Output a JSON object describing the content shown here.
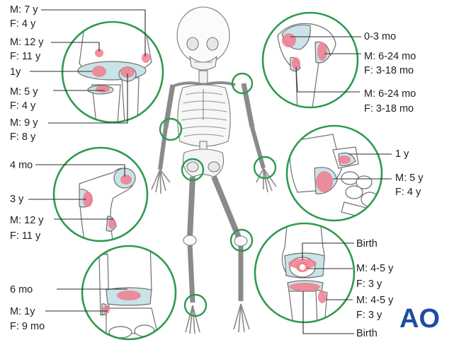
{
  "colors": {
    "ring": "#2e9a4e",
    "ossification_center": "#f07d8d",
    "cartilage": "#c9e4e8",
    "bone_fill": "#ffffff",
    "bone_line": "#6f6f6f",
    "leader_line": "#2b2b2b",
    "ao_logo": "#1d4ea0"
  },
  "logo": {
    "text": "AO"
  },
  "icons": [
    "skeleton-figure",
    "elbow-joint-inset",
    "shoulder-joint-inset",
    "hip-joint-inset",
    "wrist-joint-inset",
    "ankle-joint-inset",
    "knee-joint-inset",
    "ao-logo"
  ],
  "elbow": {
    "m1": "M: 7 y",
    "f1": "F: 4 y",
    "m2": "M: 12 y",
    "f2": "F: 11 y",
    "y1": "1y",
    "m3": "M: 5 y",
    "f3": "F: 4 y",
    "m4": "M: 9 y",
    "f4": "F: 8 y"
  },
  "shoulder": {
    "a": "0-3 mo",
    "m1": "M: 6-24 mo",
    "f1": "F: 3-18 mo",
    "m2": "M: 6-24 mo",
    "f2": "F: 3-18 mo"
  },
  "hip": {
    "a": "4 mo",
    "b": "3 y",
    "m": "M: 12 y",
    "f": "F: 11 y"
  },
  "wrist": {
    "a": "1 y",
    "m": "M: 5 y",
    "f": "F: 4 y"
  },
  "ankle": {
    "a": "6 mo",
    "m": "M: 1y",
    "f": "F: 9 mo"
  },
  "knee": {
    "a": "Birth",
    "m1": "M: 4-5 y",
    "f1": "F: 3 y",
    "m2": "M: 4-5 y",
    "f2": "F: 3 y",
    "b": "Birth"
  }
}
